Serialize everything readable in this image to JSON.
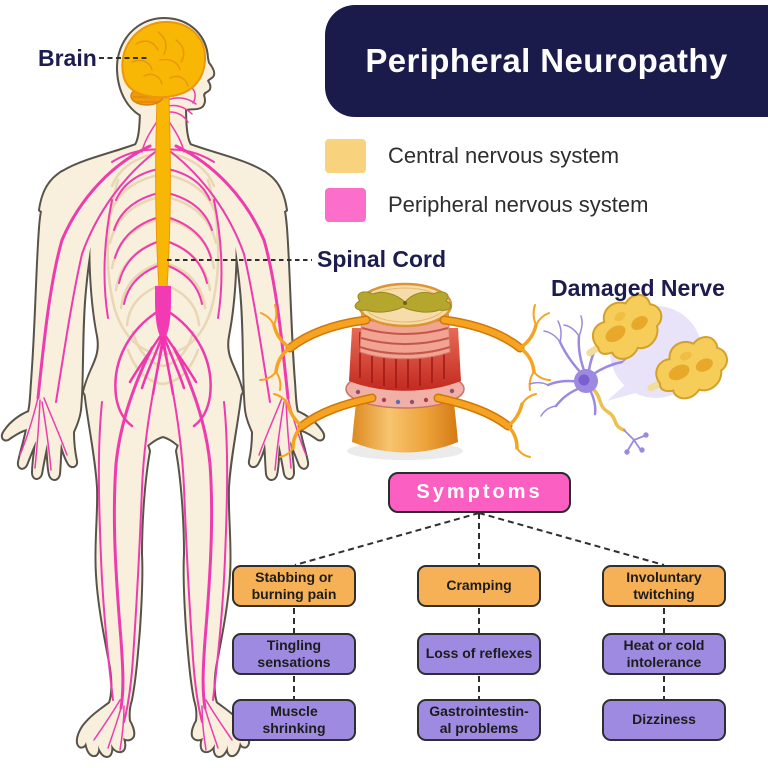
{
  "title": "Peripheral Neuropathy",
  "legend": {
    "items": [
      {
        "label": "Central nervous system",
        "color": "#f8d27c"
      },
      {
        "label": "Peripheral nervous system",
        "color": "#fb6ec9"
      }
    ]
  },
  "anatomy_labels": {
    "brain": "Brain",
    "spinal_cord": "Spinal Cord",
    "damaged_nerve": "Damaged Nerve"
  },
  "symptoms": {
    "header": "Symptoms",
    "columns": [
      {
        "items": [
          "Stabbing or burning pain",
          "Tingling sensations",
          "Muscle shrinking"
        ]
      },
      {
        "items": [
          "Cramping",
          "Loss of reflexes",
          "Gastrointestin- al problems"
        ]
      },
      {
        "items": [
          "Involuntary twitching",
          "Heat or cold intolerance",
          "Dizziness"
        ]
      }
    ]
  },
  "colors": {
    "title_bg": "#1a1a4b",
    "label_text": "#1c1c4f",
    "cns_yellow": "#f9b705",
    "pns_pink": "#ee3bae",
    "body_skin": "#f9efdd",
    "symptom_header_bg": "#fb5fc2",
    "symptom_primary_bg": "#f6b157",
    "symptom_secondary_bg": "#9e8ae0"
  }
}
